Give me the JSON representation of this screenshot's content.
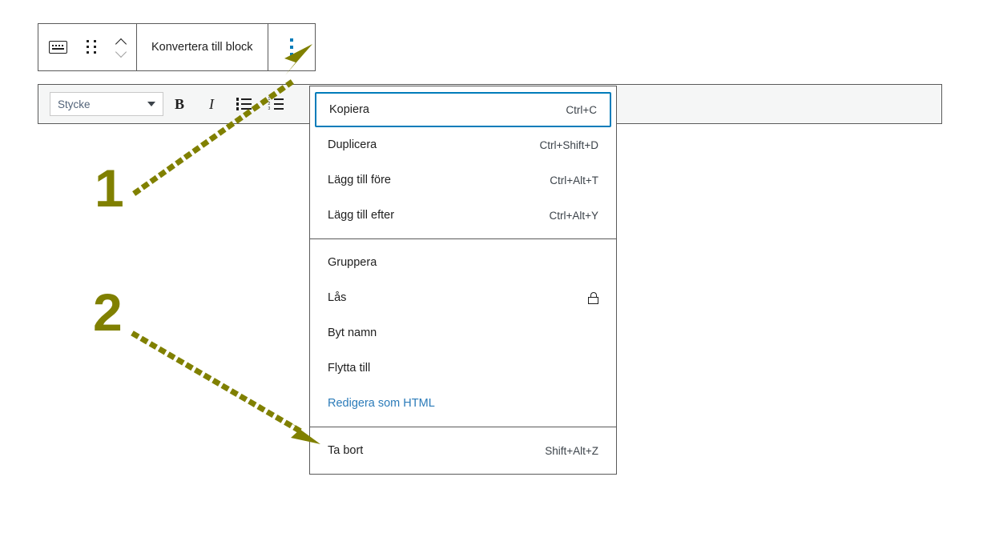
{
  "block_toolbar": {
    "block_type_icon": "keyboard-icon",
    "drag_handle_icon": "drag-handle-icon",
    "move_up_icon": "chevron-up-icon",
    "move_down_icon": "chevron-down-icon",
    "convert_label": "Konvertera till block",
    "more_options_icon": "vertical-ellipsis-icon",
    "more_options_color": "#007cba"
  },
  "format_toolbar": {
    "paragraph_select_value": "Stycke",
    "dropdown_icon": "caret-down-icon",
    "bold_label": "B",
    "italic_label": "I",
    "bullet_list_icon": "bulleted-list-icon",
    "numbered_list_icon": "numbered-list-icon",
    "background": "#f5f6f6"
  },
  "options_menu": {
    "focus_color": "#007cba",
    "link_color": "#2b7bb9",
    "sections": [
      {
        "items": [
          {
            "label": "Kopiera",
            "shortcut": "Ctrl+C",
            "focused": true,
            "icon": null
          },
          {
            "label": "Duplicera",
            "shortcut": "Ctrl+Shift+D",
            "focused": false,
            "icon": null
          },
          {
            "label": "Lägg till före",
            "shortcut": "Ctrl+Alt+T",
            "focused": false,
            "icon": null
          },
          {
            "label": "Lägg till efter",
            "shortcut": "Ctrl+Alt+Y",
            "focused": false,
            "icon": null
          }
        ]
      },
      {
        "items": [
          {
            "label": "Gruppera",
            "shortcut": "",
            "focused": false,
            "icon": null
          },
          {
            "label": "Lås",
            "shortcut": "",
            "focused": false,
            "icon": "lock-icon"
          },
          {
            "label": "Byt namn",
            "shortcut": "",
            "focused": false,
            "icon": null
          },
          {
            "label": "Flytta till",
            "shortcut": "",
            "focused": false,
            "icon": null
          },
          {
            "label": "Redigera som HTML",
            "shortcut": "",
            "focused": false,
            "icon": null,
            "is_link": true
          }
        ]
      },
      {
        "items": [
          {
            "label": "Ta bort",
            "shortcut": "Shift+Alt+Z",
            "focused": false,
            "icon": null
          }
        ]
      }
    ]
  },
  "annotations": {
    "color": "#808000",
    "markers": [
      {
        "number": "1",
        "points_to": "more-options-button"
      },
      {
        "number": "2",
        "points_to": "menu-item-redigera-som-html"
      }
    ]
  }
}
